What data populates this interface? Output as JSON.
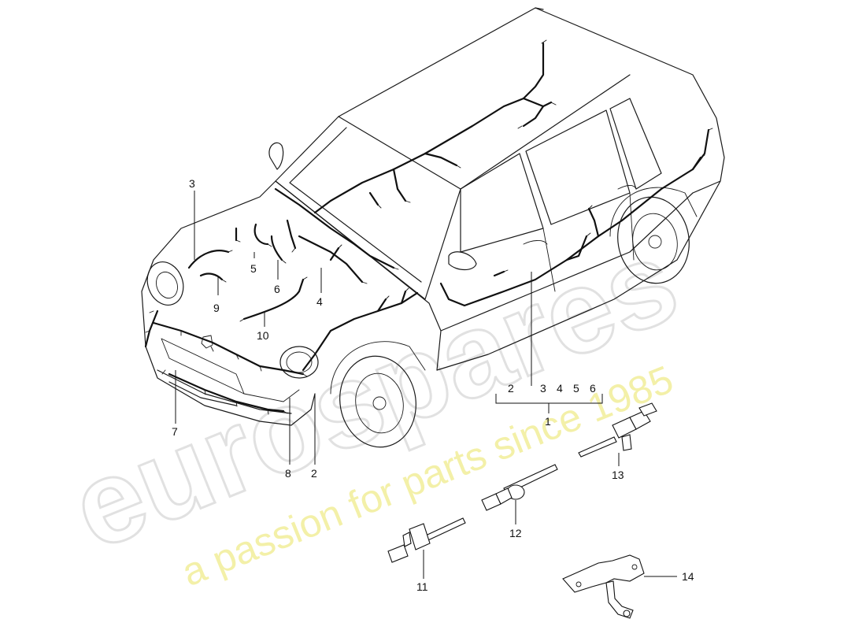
{
  "watermark": {
    "brand": "eurospares",
    "tagline": "a passion for parts since 1985"
  },
  "callouts": {
    "c1": "1",
    "c2a": "2",
    "c2b": "2",
    "c3a": "3",
    "c3b": "3",
    "c4a": "4",
    "c4b": "4",
    "c5a": "5",
    "c5b": "5",
    "c6a": "6",
    "c6b": "6",
    "c7": "7",
    "c8": "8",
    "c9": "9",
    "c10": "10",
    "c11": "11",
    "c12": "12",
    "c13": "13",
    "c14": "14"
  }
}
